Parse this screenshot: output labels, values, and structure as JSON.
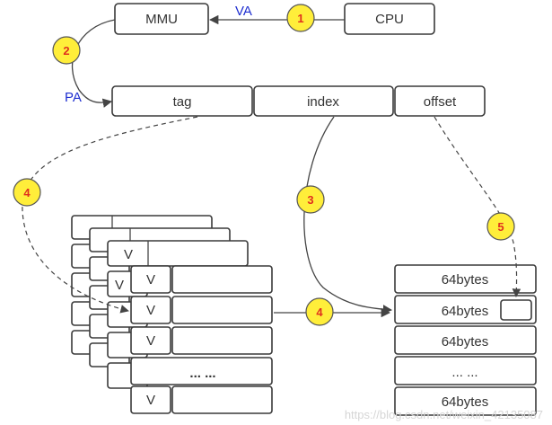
{
  "labels": {
    "mmu": "MMU",
    "cpu": "CPU",
    "va": "VA",
    "pa": "PA",
    "tag": "tag",
    "index": "index",
    "offset": "offset",
    "v": "V",
    "ellipsis_ways": "... ...",
    "ellipsis_lines": "... ...",
    "line_bytes": "64bytes"
  },
  "steps": [
    "1",
    "2",
    "3",
    "4",
    "4",
    "5"
  ],
  "data_lines": [
    "64bytes",
    "64bytes",
    "64bytes",
    "... ...",
    "64bytes"
  ],
  "watermark": "https://blog.csdn.net/weixin_42135087",
  "colors": {
    "badge_fill": "#ffee3a",
    "badge_text": "#e0301e",
    "pa_va_text": "#1f2fd0",
    "stroke": "#3a3a3a"
  }
}
